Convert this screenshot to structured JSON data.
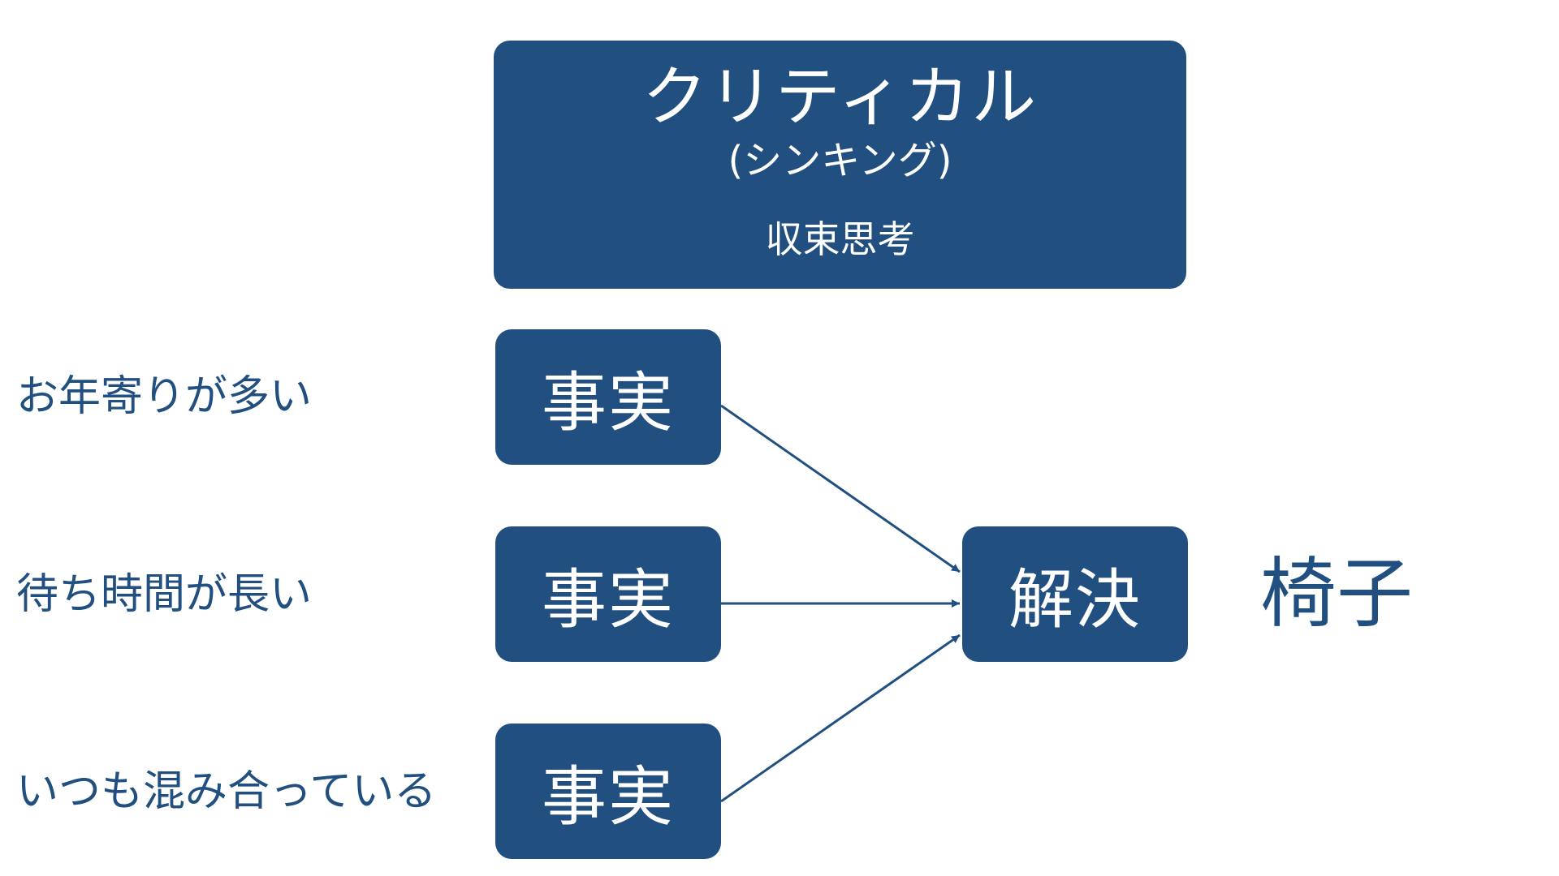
{
  "header": {
    "title": "クリティカル",
    "subtitle": "(シンキング)",
    "caption": "収束思考"
  },
  "facts": [
    {
      "observation": "お年寄りが多い",
      "label": "事実"
    },
    {
      "observation": "待ち時間が長い",
      "label": "事実"
    },
    {
      "observation": "いつも混み合っている",
      "label": "事実"
    }
  ],
  "solution": {
    "label": "解決",
    "result": "椅子"
  },
  "colors": {
    "primary": "#214f7f",
    "text_on_primary": "#ffffff",
    "background": "#ffffff"
  }
}
